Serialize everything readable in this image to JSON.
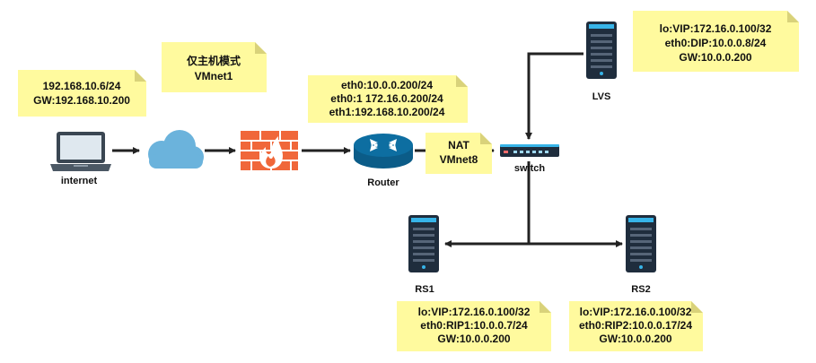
{
  "colors": {
    "note_fill": "#fffa9e",
    "note_fold": "#d9d27a",
    "line": "#222222",
    "server_dark": "#1f2d3d",
    "server_accent": "#37b4e8",
    "cloud": "#6bb3dc",
    "router": "#0d6ea1",
    "firewall": "#f0673a",
    "laptop": "#3a4652"
  },
  "nodes": {
    "internet": {
      "label": "internet",
      "icon": "laptop-icon"
    },
    "cloud": {
      "icon": "cloud-icon"
    },
    "firewall": {
      "icon": "firewall-icon"
    },
    "router": {
      "label": "Router",
      "icon": "router-icon"
    },
    "switch": {
      "label": "switch",
      "icon": "switch-icon"
    },
    "lvs": {
      "label": "LVS",
      "icon": "server-icon"
    },
    "rs1": {
      "label": "RS1",
      "icon": "server-icon"
    },
    "rs2": {
      "label": "RS2",
      "icon": "server-icon"
    }
  },
  "notes": {
    "client": {
      "lines": [
        "192.168.10.6/24",
        "GW:192.168.10.200"
      ]
    },
    "hostonly": {
      "lines": [
        "仅主机模式",
        "VMnet1"
      ]
    },
    "router": {
      "lines": [
        "eth0:10.0.0.200/24",
        "eth0:1 172.16.0.200/24",
        "eth1:192.168.10.200/24"
      ]
    },
    "nat": {
      "lines": [
        "NAT",
        "VMnet8"
      ]
    },
    "lvs": {
      "lines": [
        "lo:VIP:172.16.0.100/32",
        "eth0:DIP:10.0.0.8/24",
        "GW:10.0.0.200"
      ]
    },
    "rs1": {
      "lines": [
        "lo:VIP:172.16.0.100/32",
        "eth0:RIP1:10.0.0.7/24",
        "GW:10.0.0.200"
      ]
    },
    "rs2": {
      "lines": [
        "lo:VIP:172.16.0.100/32",
        "eth0:RIP2:10.0.0.17/24",
        "GW:10.0.0.200"
      ]
    }
  }
}
